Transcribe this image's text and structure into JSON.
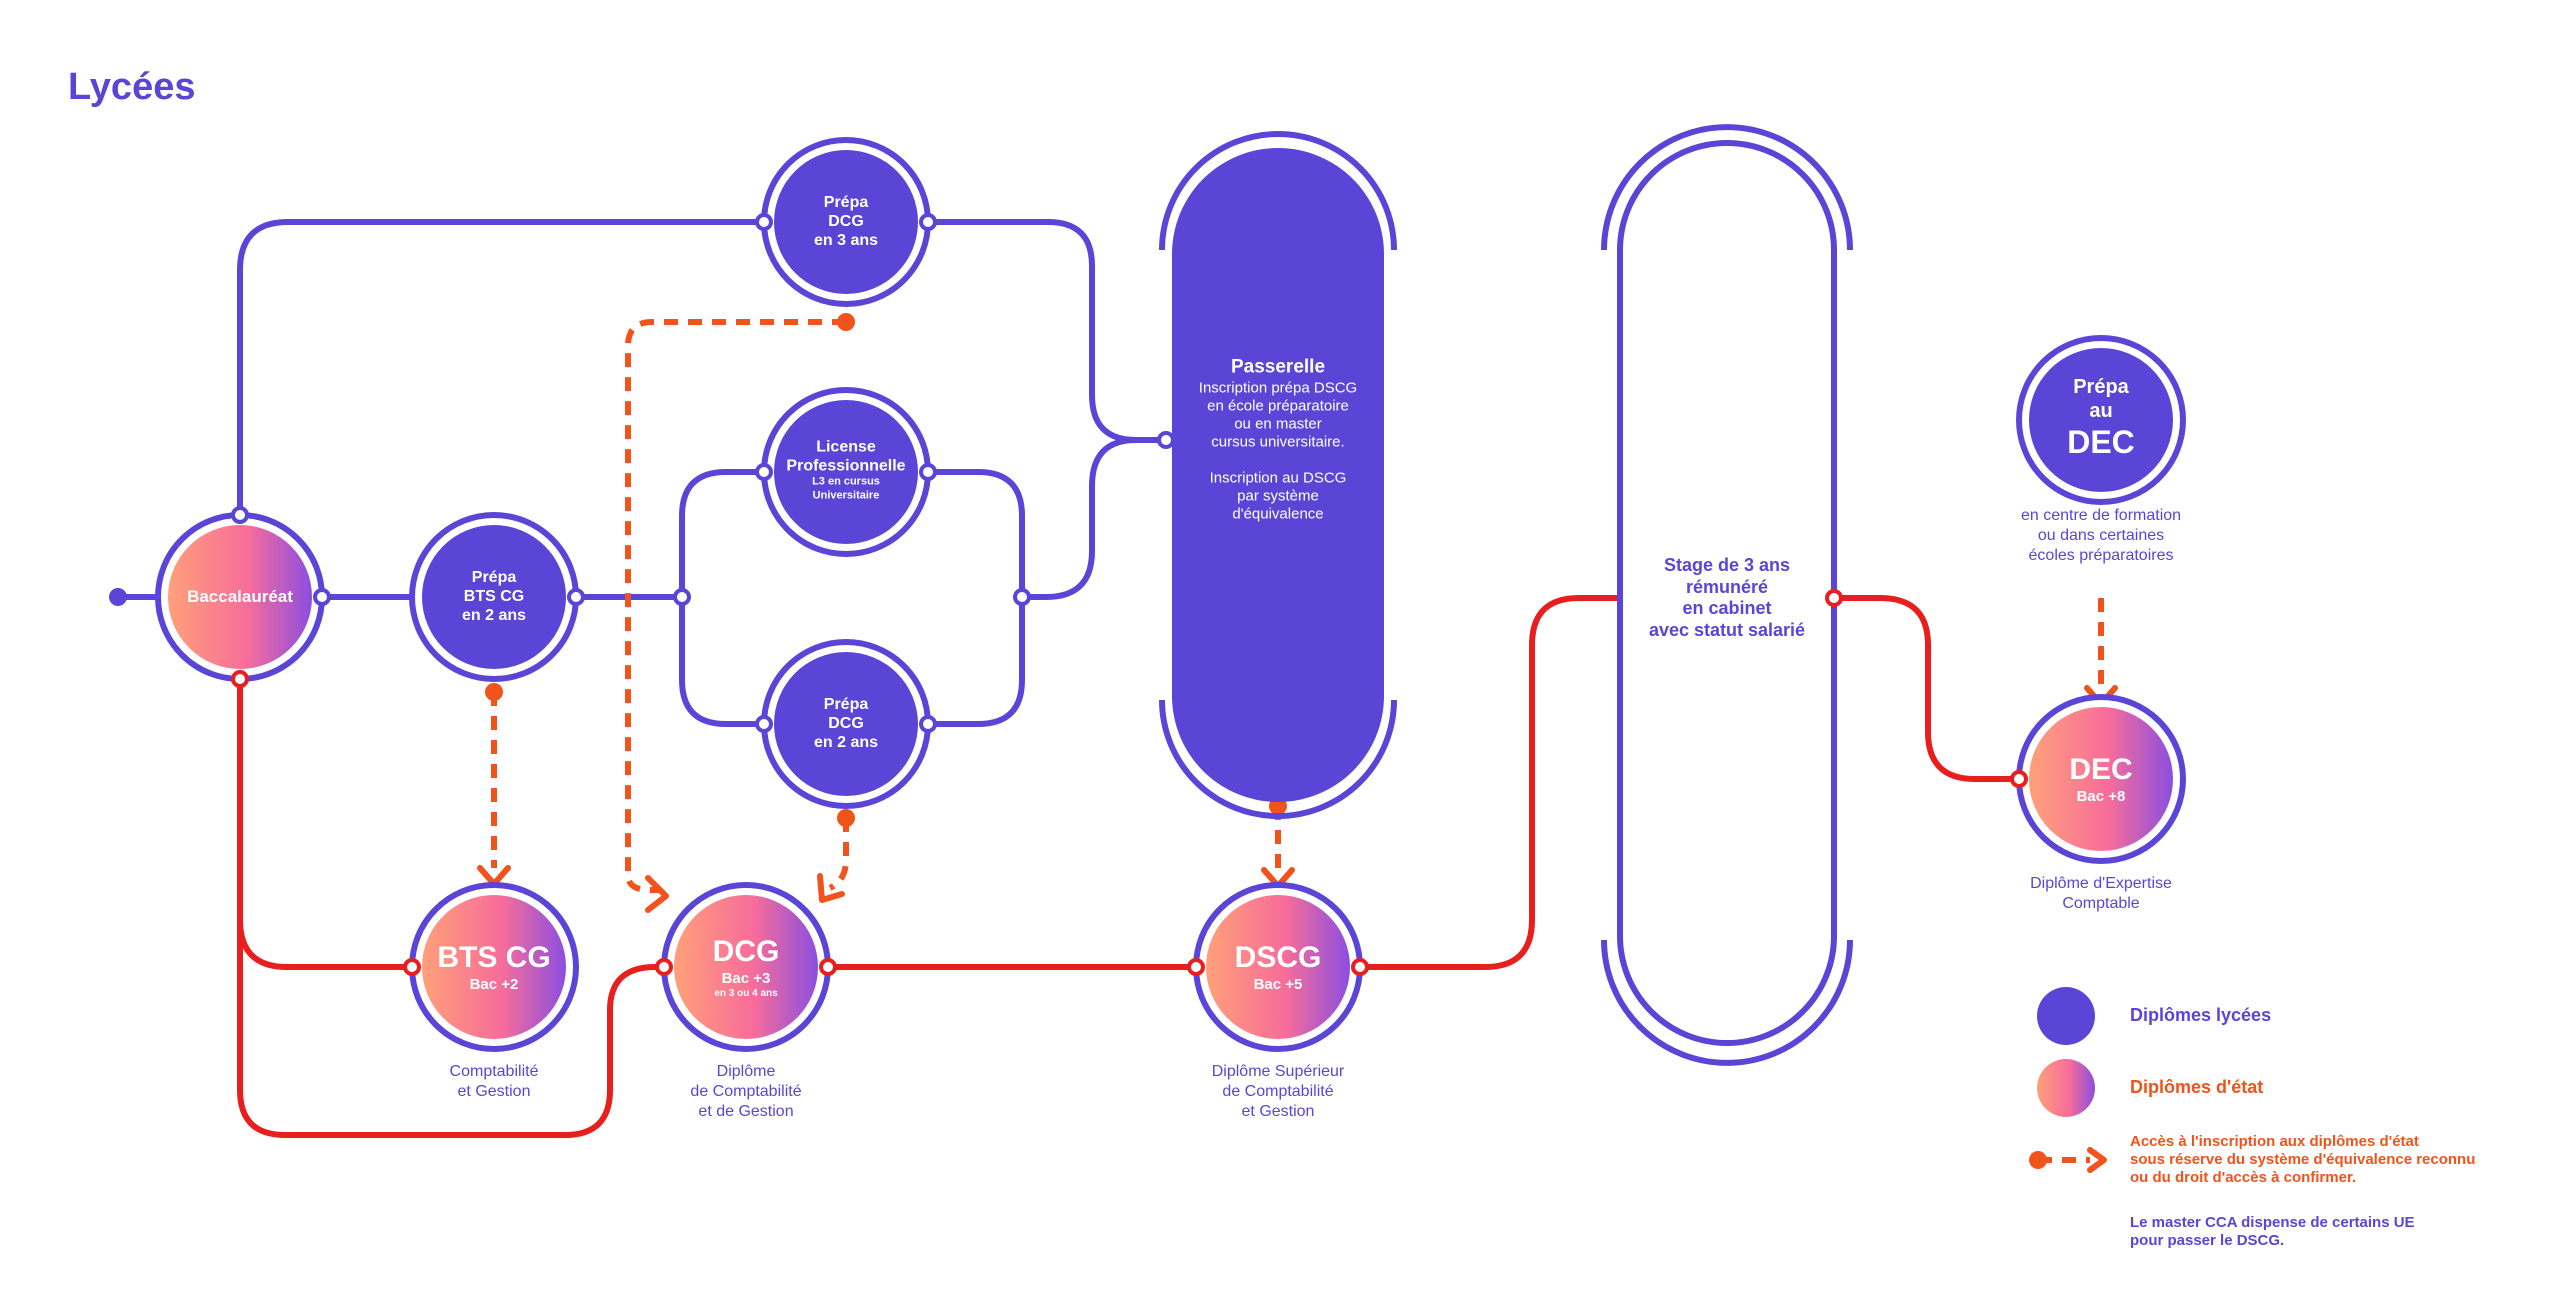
{
  "title": "Lycées",
  "colors": {
    "purple": "#5b45d6",
    "red": "#e81f1f",
    "orange": "#f0531c",
    "gradient_start": "#ffa07a",
    "gradient_mid": "#f76d9a",
    "gradient_end": "#8b4fe0"
  },
  "nodes": {
    "baccalaureat": [
      "Baccalauréat"
    ],
    "prepa_bts": [
      "Prépa",
      "BTS CG",
      "en 2 ans"
    ],
    "prepa_dcg3": [
      "Prépa",
      "DCG",
      "en 3 ans"
    ],
    "license": [
      "License",
      "Professionnelle",
      "L3 en cursus",
      "Universitaire"
    ],
    "prepa_dcg2": [
      "Prépa",
      "DCG",
      "en 2 ans"
    ],
    "bts": {
      "title": "BTS CG",
      "level": "Bac +2",
      "caption": [
        "Comptabilité",
        "et Gestion"
      ]
    },
    "dcg": {
      "title": "DCG",
      "level": "Bac +3",
      "sub": "en 3 ou 4 ans",
      "caption": [
        "Diplôme",
        "de Comptabilité",
        "et de Gestion"
      ]
    },
    "dscg": {
      "title": "DSCG",
      "level": "Bac +5",
      "caption": [
        "Diplôme Supérieur",
        "de Comptabilité",
        "et Gestion"
      ]
    },
    "passerelle": {
      "title": "Passerelle",
      "lines1": [
        "Inscription prépa DSCG",
        "en école préparatoire",
        "ou en master",
        "cursus universitaire."
      ],
      "lines2": [
        "Inscription au DSCG",
        "par système",
        "d'équivalence"
      ]
    },
    "stage": [
      "Stage de 3 ans",
      "rémunéré",
      "en cabinet",
      "avec statut salarié"
    ],
    "prepa_dec": {
      "lines": [
        "Prépa",
        "au"
      ],
      "title": "DEC",
      "caption": [
        "en centre de formation",
        "ou dans certaines",
        "écoles préparatoires"
      ]
    },
    "dec": {
      "title": "DEC",
      "level": "Bac +8",
      "caption": [
        "Diplôme d'Expertise",
        "Comptable"
      ]
    }
  },
  "legend": {
    "lycees": "Diplômes lycées",
    "etat": "Diplômes d'état",
    "acces": [
      "Accès à l'inscription aux diplômes d'état",
      "sous réserve du système d'équivalence reconnu",
      "ou du droit d'accès à confirmer."
    ],
    "master": [
      "Le master CCA dispense de certains UE",
      "pour passer le DSCG."
    ]
  }
}
